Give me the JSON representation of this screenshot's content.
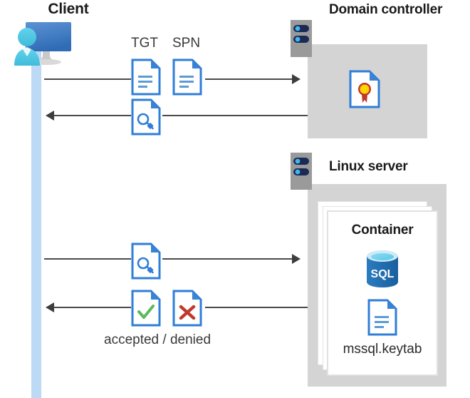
{
  "diagram": {
    "title": "Kerberos authentication flow between client, domain controller and Linux server container",
    "background": "#ffffff"
  },
  "colors": {
    "lifeline": "#bcd9f5",
    "zone_gray": "#d4d4d4",
    "doc_blue": "#2f7ed8",
    "doc_fold_blue": "#3a82d2",
    "line_gray": "#4a4a4a",
    "server_body": "#9a9a9a",
    "server_bar": "#1b2a55",
    "server_led": "#3fa9f5",
    "accept_green": "#5cb85c",
    "deny_red": "#c0392b",
    "cert_gold": "#ffd400",
    "cert_ribbon": "#c0392b",
    "sql_blue": "#1f6fb5",
    "card_white": "#ffffff"
  },
  "client": {
    "title": "Client",
    "icon": "user-monitor-icon",
    "lifeline_name": "client-lifeline"
  },
  "domain_controller": {
    "title": "Domain controller",
    "server_icon": "server-rack-icon",
    "contents": [
      {
        "icon": "certificate-document-icon",
        "label": ""
      }
    ]
  },
  "linux_server": {
    "title": "Linux server",
    "server_icon": "server-rack-icon",
    "container": {
      "title": "Container",
      "items": [
        {
          "icon": "sql-database-icon",
          "label": "SQL"
        },
        {
          "icon": "keytab-document-icon",
          "label": "mssql.keytab"
        }
      ]
    }
  },
  "messages": [
    {
      "id": "msg-1",
      "direction": "right",
      "from": "client",
      "to": "domain-controller",
      "icons": [
        "tgt-document-icon",
        "spn-document-icon"
      ],
      "labels": [
        "TGT",
        "SPN"
      ]
    },
    {
      "id": "msg-2",
      "direction": "left",
      "from": "domain-controller",
      "to": "client",
      "icons": [
        "service-ticket-key-document-icon"
      ],
      "labels": []
    },
    {
      "id": "msg-3",
      "direction": "right",
      "from": "client",
      "to": "linux-server",
      "icons": [
        "service-ticket-key-document-icon"
      ],
      "labels": []
    },
    {
      "id": "msg-4",
      "direction": "left",
      "from": "linux-server",
      "to": "client",
      "icons": [
        "accepted-document-icon",
        "denied-document-icon"
      ],
      "labels": [
        "accepted / denied"
      ]
    }
  ],
  "labels": {
    "tgt": "TGT",
    "spn": "SPN",
    "accepted_denied": "accepted / denied",
    "keytab": "mssql.keytab",
    "sql": "SQL"
  }
}
